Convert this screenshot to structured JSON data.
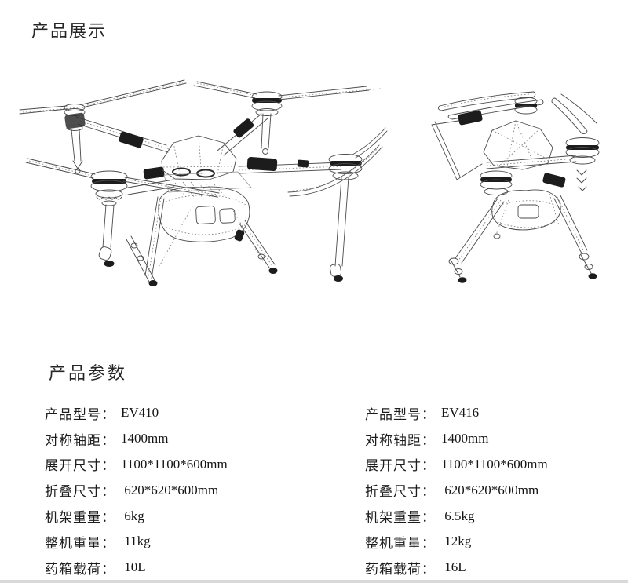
{
  "page": {
    "title_display": "产品展示",
    "title_params": "产品参数"
  },
  "illustrations": {
    "left_name": "drone-unfolded-line-drawing",
    "right_name": "drone-folded-line-drawing"
  },
  "products": [
    {
      "specs": [
        {
          "label": "产品型号：",
          "value": "EV410"
        },
        {
          "label": "对称轴距：",
          "value": "1400mm"
        },
        {
          "label": "展开尺寸：",
          "value": "1100*1100*600mm"
        },
        {
          "label": "折叠尺寸：",
          "value": " 620*620*600mm"
        },
        {
          "label": "机架重量：",
          "value": " 6kg"
        },
        {
          "label": "整机重量：",
          "value": " 11kg"
        },
        {
          "label": "药箱载荷：",
          "value": " 10L"
        }
      ]
    },
    {
      "specs": [
        {
          "label": "产品型号：",
          "value": "EV416"
        },
        {
          "label": "对称轴距：",
          "value": "1400mm"
        },
        {
          "label": "展开尺寸：",
          "value": "1100*1100*600mm"
        },
        {
          "label": "折叠尺寸：",
          "value": " 620*620*600mm"
        },
        {
          "label": "机架重量：",
          "value": " 6.5kg"
        },
        {
          "label": "整机重量：",
          "value": " 12kg"
        },
        {
          "label": "药箱载荷：",
          "value": " 16L"
        }
      ]
    }
  ]
}
